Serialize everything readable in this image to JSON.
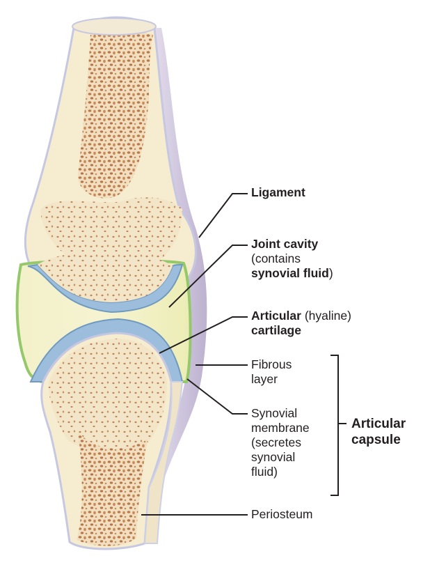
{
  "figure": {
    "subject": "Synovial joint (general structure)",
    "colors": {
      "compact_bone": "#f6ecd0",
      "spongy_bone": "#c98f5e",
      "periosteum": "#cdd0e6",
      "articular_cartilage": "#8fb4d6",
      "synovial_membrane": "#9acb6a",
      "joint_cavity_fluid": "#eef0b8",
      "ligament": "#c9bfd9",
      "leader_line": "#231f20"
    }
  },
  "labels": {
    "ligament": {
      "bold": "Ligament"
    },
    "joint_cavity": {
      "bold": "Joint cavity",
      "line2": "(contains",
      "line3_bold": "synovial fluid",
      "line3_tail": ")"
    },
    "articular_cartilage": {
      "bold": "Articular",
      "normal": " (hyaline)",
      "line2_bold": "cartilage"
    },
    "fibrous_layer": {
      "line1": "Fibrous",
      "line2": "layer"
    },
    "synovial_membrane": {
      "line1": "Synovial",
      "line2": "membrane",
      "line3": "(secretes",
      "line4": "synovial",
      "line5": "fluid)"
    },
    "articular_capsule": {
      "line1": "Articular",
      "line2": "capsule"
    },
    "periosteum": {
      "line1": "Periosteum"
    }
  }
}
